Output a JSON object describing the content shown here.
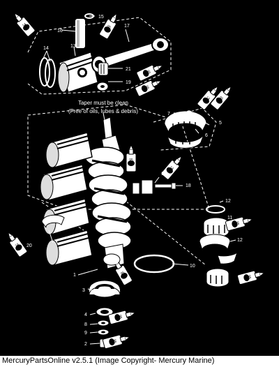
{
  "diagram": {
    "note_line1": "Taper must be clean",
    "note_line2": "(Free of oils, lubes & debris)",
    "callouts": [
      "15",
      "16",
      "17",
      "14",
      "13",
      "21",
      "19",
      "7",
      "5",
      "6",
      "17",
      "18",
      "12",
      "11",
      "20",
      "12",
      "10",
      "1",
      "3",
      "4",
      "8",
      "9",
      "2"
    ],
    "tube_labels": [
      "14",
      "95",
      "95",
      "95",
      "95",
      "14",
      "95",
      "14",
      "95",
      "14",
      "95",
      "95",
      "95",
      "95"
    ]
  },
  "footer": {
    "text": "MercuryPartsOnline v2.5.1 (Image Copyright- Mercury Marine)"
  }
}
